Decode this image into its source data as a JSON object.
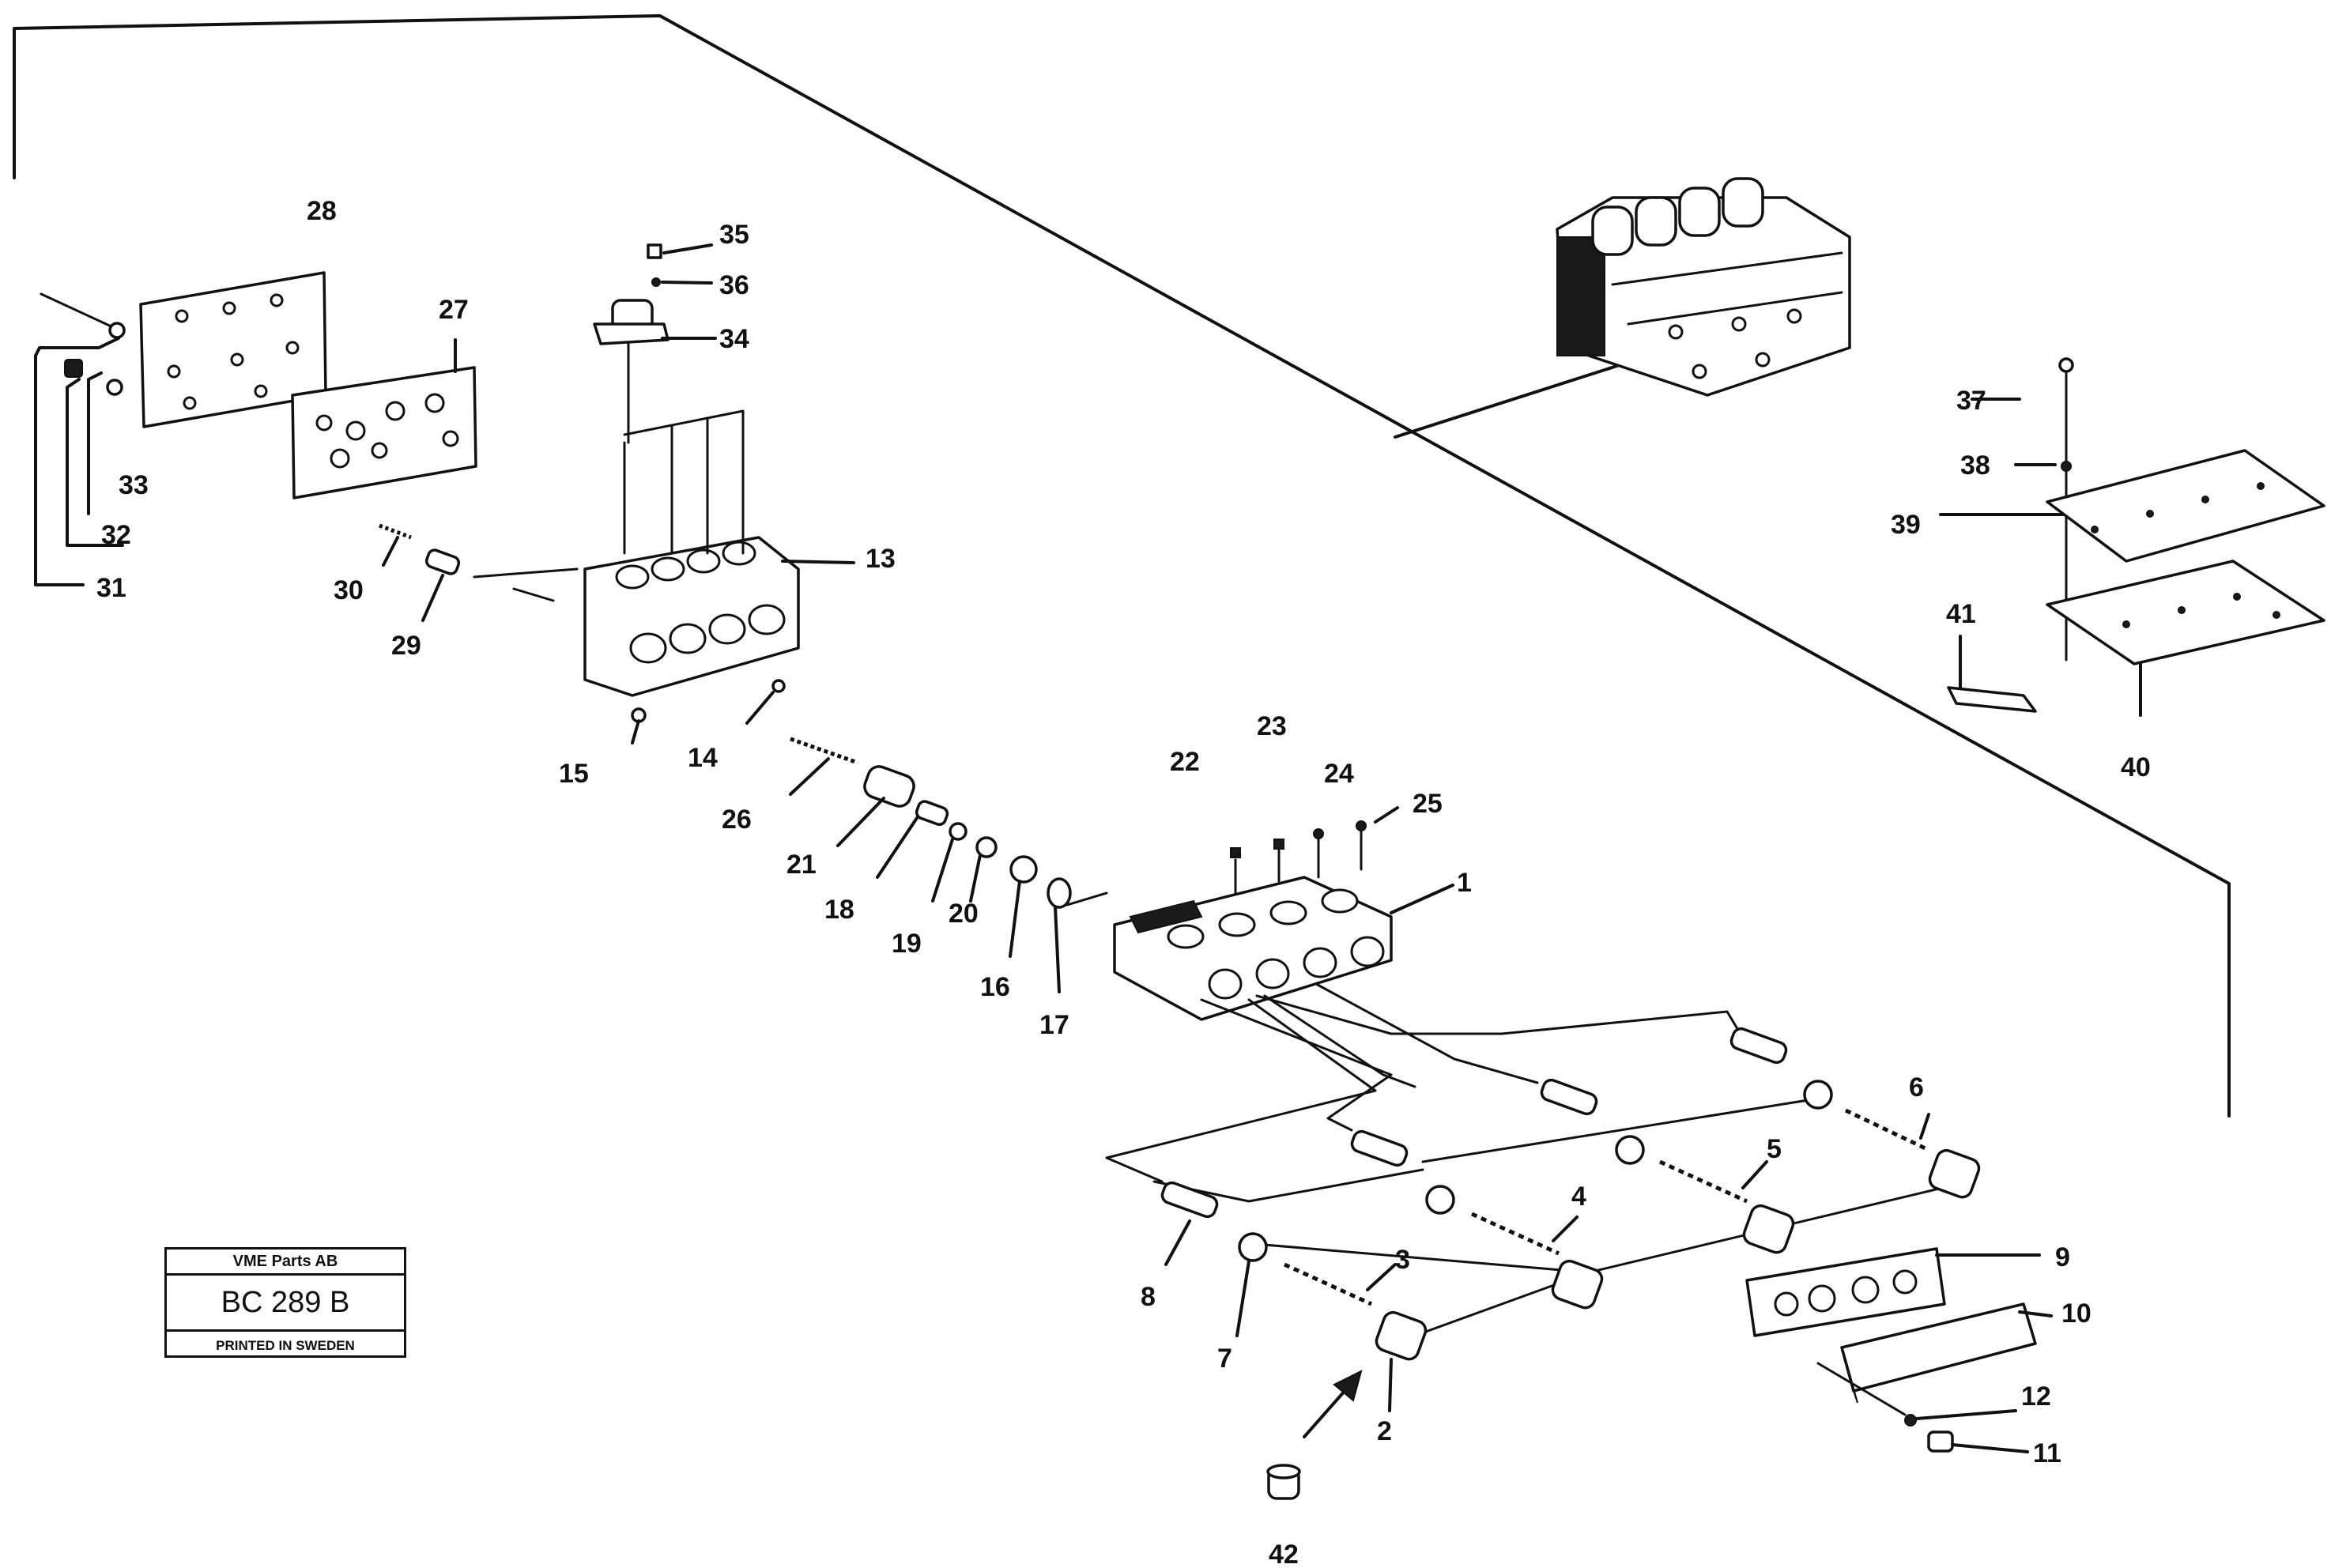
{
  "title_block": {
    "company": "VME Parts AB",
    "drawing_code": "BC 289 B",
    "printed": "PRINTED IN SWEDEN"
  },
  "callouts": [
    "1",
    "2",
    "3",
    "5",
    "6",
    "7",
    "8",
    "9",
    "10",
    "11",
    "12",
    "13",
    "14",
    "15",
    "16",
    "17",
    "18",
    "19",
    "20",
    "21",
    "22",
    "23",
    "24",
    "25",
    "26",
    "27",
    "28",
    "29",
    "30",
    "31",
    "32",
    "33",
    "34",
    "35",
    "36",
    "37",
    "38",
    "39",
    "40",
    "41",
    "42",
    "4"
  ]
}
